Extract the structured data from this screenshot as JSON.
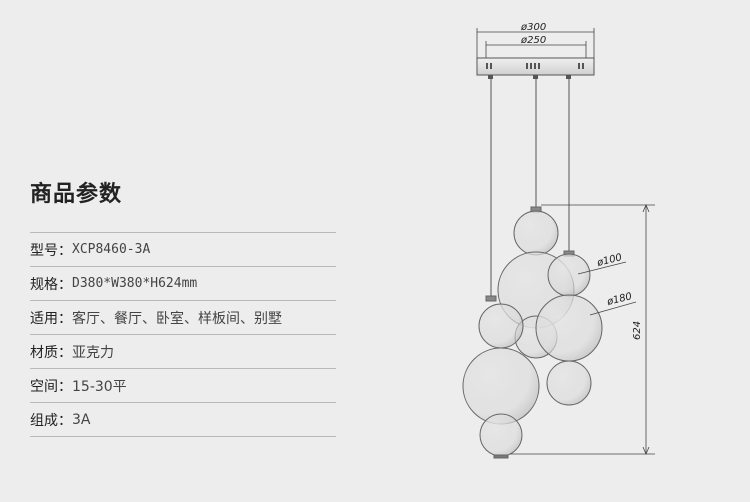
{
  "title": "商品参数",
  "specs": [
    {
      "label": "型号：",
      "value": "XCP8460-3A"
    },
    {
      "label": "规格：",
      "value": "D380*W380*H624mm"
    },
    {
      "label": "适用：",
      "value": "客厅、餐厅、卧室、样板间、别墅"
    },
    {
      "label": "材质：",
      "value": "亚克力"
    },
    {
      "label": "空间：",
      "value": "15-30平"
    },
    {
      "label": "组成：",
      "value": "3A"
    }
  ],
  "drawing": {
    "dim_top_outer": "ø300",
    "dim_top_inner": "ø250",
    "dim_small_ball": "ø100",
    "dim_large_ball": "ø180",
    "dim_height": "624"
  }
}
